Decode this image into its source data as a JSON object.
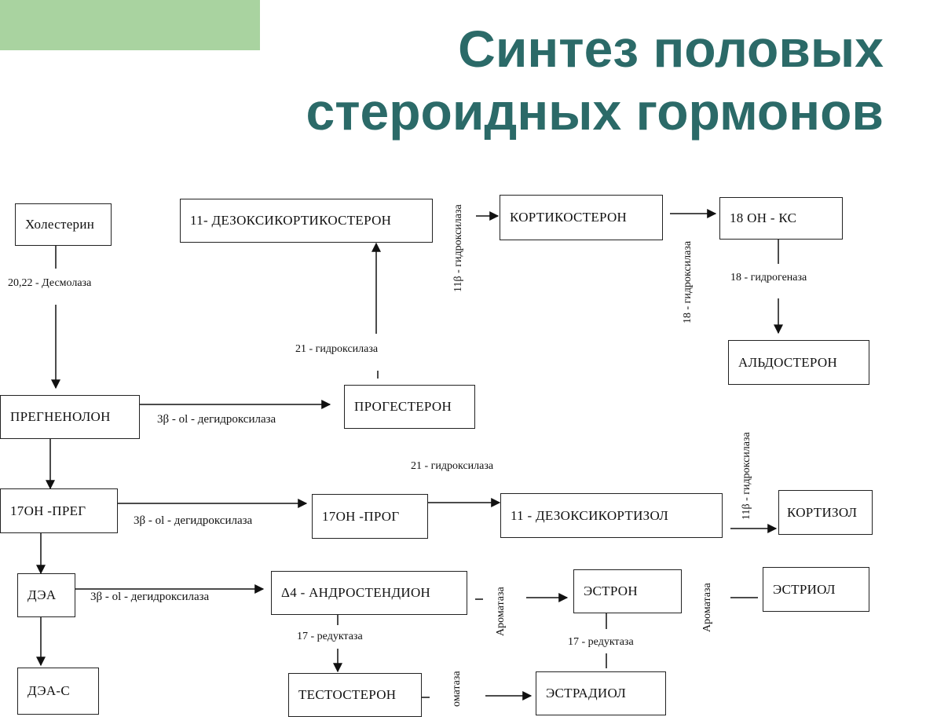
{
  "title": {
    "line1": "Синтез половых",
    "line2": "стероидных гормонов"
  },
  "colors": {
    "title": "#2b6a68",
    "accent_bar": "#a9d3a0"
  },
  "nodes": {
    "cholesterol": "Холестерин",
    "deoxycorticosterone": "11- ДЕЗОКСИКОРТИКОСТЕРОН",
    "corticosterone": "КОРТИКОСТЕРОН",
    "oh18_ks": "18 ОН - КС",
    "aldosterone": "АЛЬДОСТЕРОН",
    "pregnenolone": "ПРЕГНЕНОЛОН",
    "progesterone": "ПРОГЕСТЕРОН",
    "oh17_preg": "17ОН -ПРЕГ",
    "oh17_prog": "17ОН -ПРОГ",
    "deoxycortisol": "11 - ДЕЗОКСИКОРТИЗОЛ",
    "cortisol": "КОРТИЗОЛ",
    "dea": "ДЭА",
    "androstenedione": "Δ4 - АНДРОСТЕНДИОН",
    "estrone": "ЭСТРОН",
    "estriol": "ЭСТРИОЛ",
    "dea_s": "ДЭА-С",
    "testosterone": "ТЕСТОСТЕРОН",
    "estradiol": "ЭСТРАДИОЛ"
  },
  "enzymes": {
    "desmolase": "20,22 - Десмолаза",
    "hydroxylase_11b_top": "11β - гидроксилаза",
    "hydroxylase_18": "18 - гидроксилаза",
    "hydrogenase_18": "18 - гидрогеназа",
    "hydroxylase_21_top": "21 - гидроксилаза",
    "dehydroxylase_preg": "3β - ol - дегидроксилаза",
    "hydroxylase_11b_right": "11β - гидроксилаза",
    "hydroxylase_21_mid": "21 - гидроксилаза",
    "dehydroxylase_17oh": "3β - ol - дегидроксилаза",
    "dehydroxylase_dea": "3β - ol - дегидроксилаза",
    "aromatase_1": "Ароматаза",
    "aromatase_2": "Ароматаза",
    "reductase_17_left": "17 - редуктаза",
    "reductase_17_right": "17 - редуктаза",
    "aromatase_3": "оматаза"
  }
}
